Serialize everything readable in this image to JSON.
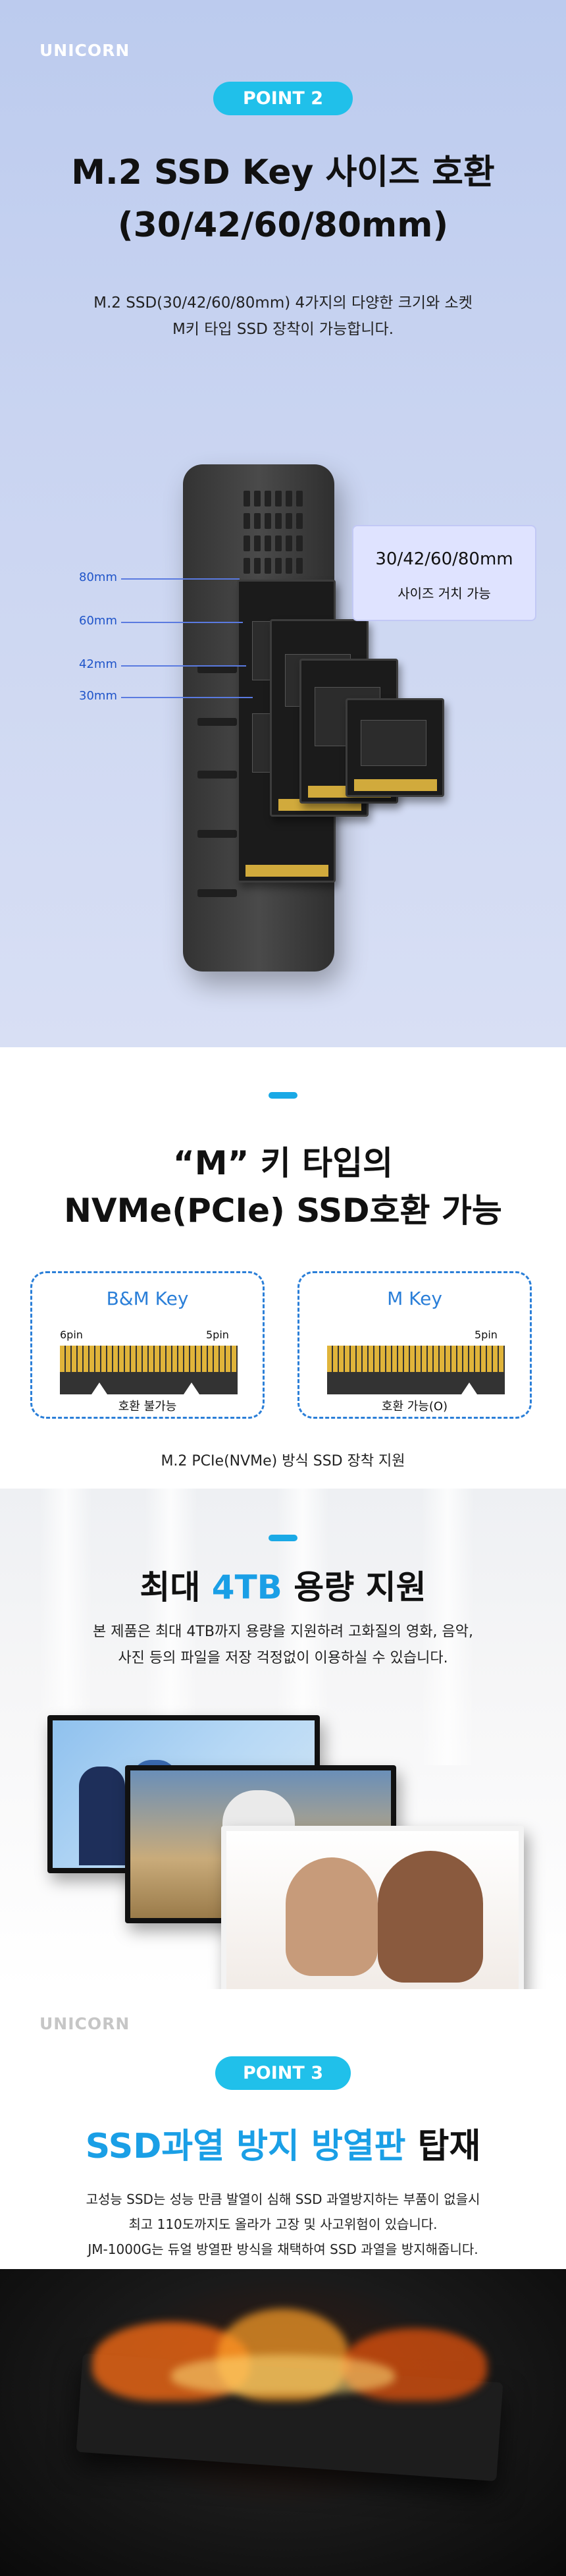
{
  "brand": "UNICORN",
  "point2": {
    "badge": "POINT 2",
    "title_line1": "M.2 SSD Key 사이즈 호환",
    "title_line2": "(30/42/60/80mm)",
    "desc_line1": "M.2 SSD(30/42/60/80mm) 4가지의 다양한 크기와 소켓",
    "desc_line2": "M키 타입 SSD 장착이 가능합니다.",
    "markers": [
      "80mm",
      "60mm",
      "42mm",
      "30mm"
    ],
    "callout_line1": "30/42/60/80mm",
    "callout_line2": "사이즈 거치 가능"
  },
  "mkey": {
    "title_line1": "“M” 키 타입의",
    "title_line2": "NVMe(PCIe) SSD호환 가능",
    "bm_box": {
      "title": "B&M Key",
      "left_pins": "6pin",
      "right_pins": "5pin",
      "caption": "호환 불가능"
    },
    "m_box": {
      "title": "M Key",
      "right_pins": "5pin",
      "caption": "호환 가능(O)"
    },
    "footer": "M.2 PCIe(NVMe) 방식 SSD 장착 지원"
  },
  "capacity": {
    "title_pre": "최대 ",
    "title_highlight": "4TB",
    "title_post": " 용량 지원",
    "desc_line1": "본 제품은 최대 4TB까지 용량을 지원하려 고화질의 영화, 음악,",
    "desc_line2": "사진 등의 파일을 저장 걱정없이 이용하실 수 있습니다."
  },
  "point3": {
    "brand": "UNICORN",
    "badge": "POINT 3",
    "title_highlight": "SSD과열 방지 방열판",
    "title_post": " 탑재",
    "desc_line1": "고성능 SSD는 성능 만큼 발열이 심해 SSD 과열방지하는 부품이 없을시",
    "desc_line2": "최고 110도까지도 올라가 고장 및 사고위험이 있습니다.",
    "desc_line3": "JM-1000G는 듀얼 방열판 방식을 채택하여 SSD 과열을 방지해줍니다."
  },
  "colors": {
    "accent": "#20c0ea",
    "highlight": "#1a9fe6",
    "key_blue": "#2b7fd8"
  }
}
